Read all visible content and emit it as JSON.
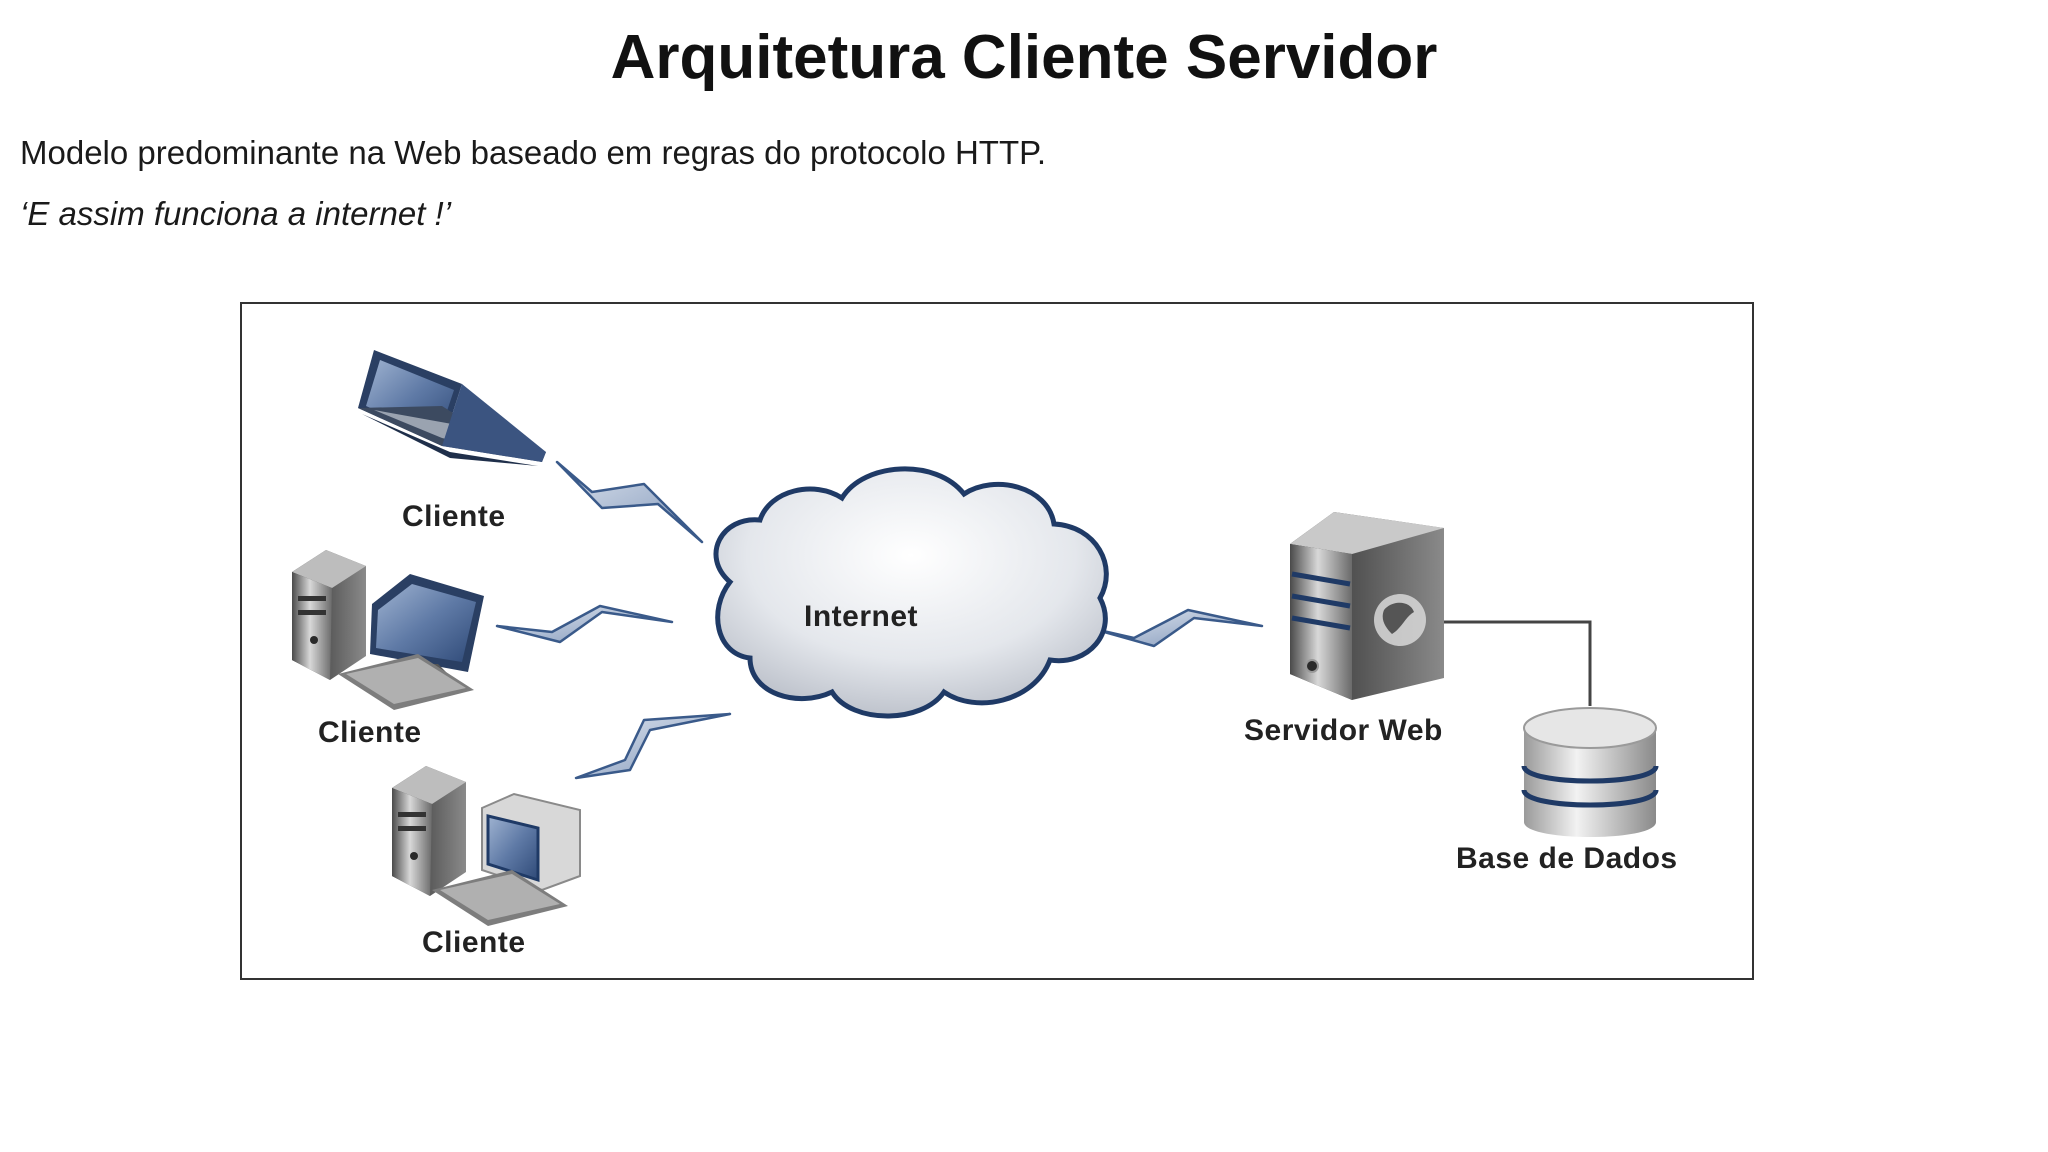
{
  "slide": {
    "title": "Arquitetura Cliente Servidor",
    "subtitle": "Modelo predominante na Web baseado em regras do protocolo HTTP.",
    "quote": "‘E assim funciona a internet !’"
  },
  "diagram": {
    "clients": [
      {
        "label": "Cliente",
        "icon": "laptop-icon"
      },
      {
        "label": "Cliente",
        "icon": "desktop-computer-icon"
      },
      {
        "label": "Cliente",
        "icon": "desktop-computer-icon"
      }
    ],
    "cloud": {
      "label": "Internet",
      "icon": "cloud-icon"
    },
    "server": {
      "label": "Servidor Web",
      "icon": "server-icon"
    },
    "database": {
      "label": "Base de Dados",
      "icon": "database-icon"
    },
    "colors": {
      "outline": "#1f3a66",
      "connection": "#3a5a8a",
      "frame": "#333333",
      "text": "#222222"
    }
  }
}
